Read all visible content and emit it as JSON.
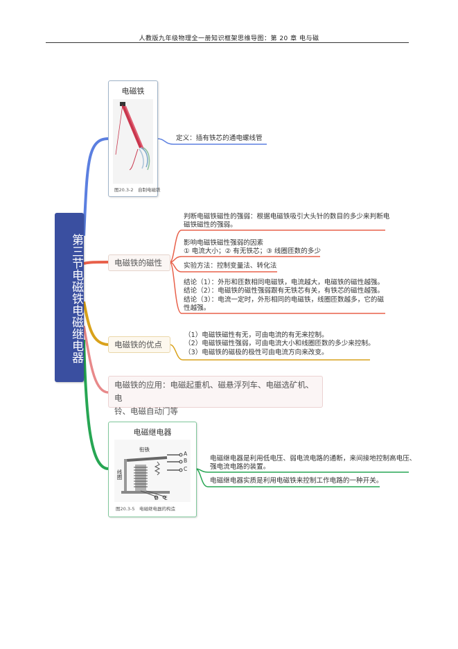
{
  "header": {
    "title": "人教版九年级物理全一册知识框架思维导图：第 20 章 电与磁"
  },
  "root": {
    "label": "第三节电磁铁电磁继电器"
  },
  "electromagnet": {
    "title": "电磁铁",
    "caption": "图20.3-2　自制电磁铁",
    "definition": "定义：插有铁芯的通电螺线管"
  },
  "magnetism": {
    "title": "电磁铁的磁性",
    "judge": [
      "判断电磁铁磁性的强弱：根据电磁铁吸引大头针的数目的多少来判断电",
      "磁铁磁性的强弱。"
    ],
    "factors": [
      "影响电磁铁磁性强弱的因素",
      "① 电流大小；② 有无铁芯；③ 线圈匝数的多少"
    ],
    "method": "实验方法：控制变量法、转化法",
    "conclusions": [
      "结论（1）：外形和匝数相同电磁铁，电流越大，电磁铁的磁性越强。",
      "结论（2）：电磁铁的磁性强弱跟有无铁芯有关，有铁芯的磁性越强。",
      "结论（3）：电流一定时，外形相同的电磁铁，线圈匝数越多，它的磁",
      "性越强。"
    ]
  },
  "advantages": {
    "title": "电磁铁的优点",
    "items": [
      "（1）电磁铁磁性有无，可由电流的有无来控制。",
      "（2）电磁铁磁性强弱，可由电流大小和线圈匝数的多少来控制。",
      "（3）电磁铁的磁极的极性可由电流方向来改变。"
    ]
  },
  "application": {
    "lines": [
      "电磁铁的应用：电磁起重机、磁悬浮列车、电磁选矿机、电",
      "铃、电磁自动门等"
    ]
  },
  "relay": {
    "title": "电磁继电器",
    "caption": "图20.3-5　电磁继电器的构造",
    "labels": {
      "armature": "衔铁",
      "coil": "线圈",
      "a": "A",
      "b": "B",
      "c": "C",
      "d": "D",
      "e": "E"
    },
    "definition": [
      "电磁继电器是利用低电压、弱电流电路的通断，来间接地控制高电压、",
      "强电流电路的装置。"
    ],
    "essence": "电磁继电器实质是利用电磁铁来控制工作电路的一种开关。"
  },
  "colors": {
    "root": "#3a4fa0",
    "branch_blue": "#5b7fe0",
    "branch_red": "#e8604a",
    "branch_orange": "#d9a21b",
    "branch_pink": "#e8898a",
    "branch_green": "#27a653"
  }
}
